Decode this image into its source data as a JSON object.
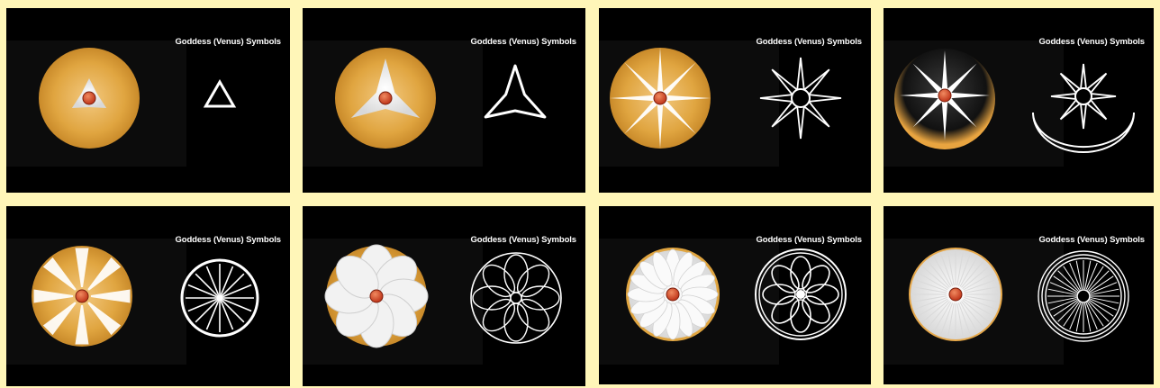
{
  "panels": [
    {
      "title": "Goddess (Venus) Symbols",
      "symbol": "triangle-icon",
      "medallion": "triangle-star"
    },
    {
      "title": "Goddess (Venus) Symbols",
      "symbol": "three-point-star-icon",
      "medallion": "three-point-star"
    },
    {
      "title": "Goddess (Venus) Symbols",
      "symbol": "eight-point-star-icon",
      "medallion": "eight-point-star"
    },
    {
      "title": "Goddess (Venus) Symbols",
      "symbol": "star-crescent-icon",
      "medallion": "star-on-crescent"
    },
    {
      "title": "Goddess (Venus) Symbols",
      "symbol": "spoked-wheel-icon",
      "medallion": "eight-spoke-rosette"
    },
    {
      "title": "Goddess (Venus) Symbols",
      "symbol": "eight-petal-rosette-icon",
      "medallion": "eight-petal-rosette"
    },
    {
      "title": "Goddess (Venus) Symbols",
      "symbol": "sixteen-petal-rosette-icon",
      "medallion": "sixteen-petal-rosette"
    },
    {
      "title": "Goddess (Venus) Symbols",
      "symbol": "sunburst-rosette-icon",
      "medallion": "sunburst-rosette"
    }
  ],
  "colors": {
    "background": "#fff6b8",
    "panel": "#000000",
    "gold": "#e0a540",
    "gem": "#c23a1e",
    "line": "#ffffff"
  }
}
